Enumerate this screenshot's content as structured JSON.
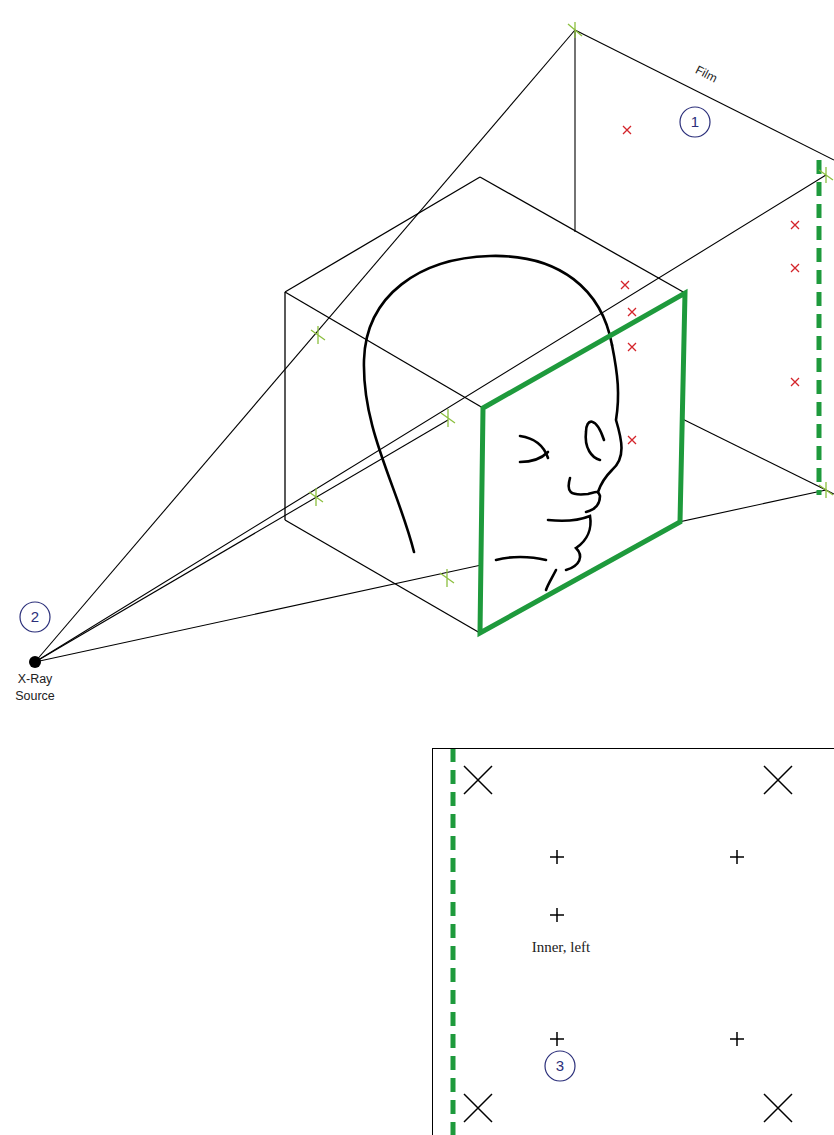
{
  "diagram": {
    "nodes": [
      {
        "text": [
          "Inner, left"
        ]
      }
    ],
    "labels": [
      "Film",
      "1",
      "2",
      "X-Ray Source",
      "3"
    ]
  }
}
